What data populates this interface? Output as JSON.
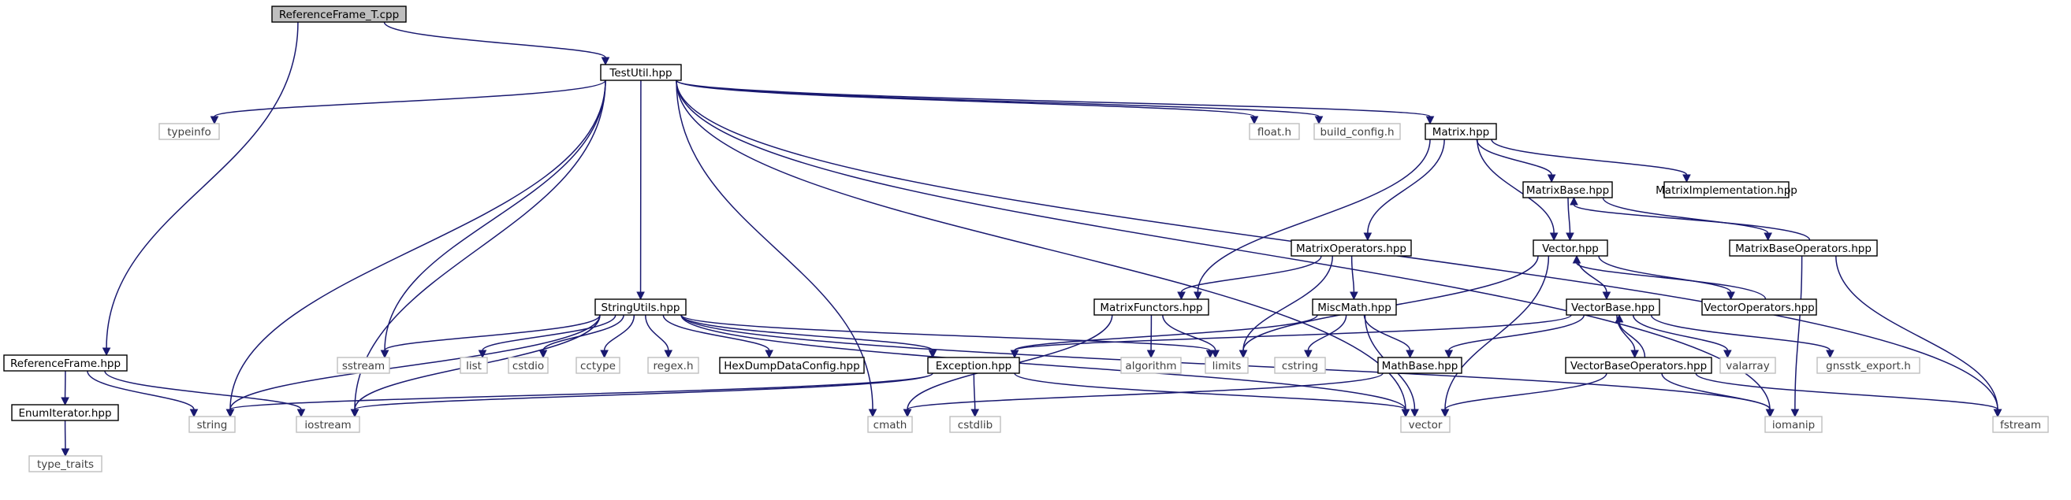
{
  "nodes": [
    {
      "id": "ref_t_cpp",
      "label": "ReferenceFrame_T.cpp",
      "kind": "root"
    },
    {
      "id": "testutil",
      "label": "TestUtil.hpp",
      "kind": "header"
    },
    {
      "id": "refframe",
      "label": "ReferenceFrame.hpp",
      "kind": "header"
    },
    {
      "id": "enumiter",
      "label": "EnumIterator.hpp",
      "kind": "header"
    },
    {
      "id": "type_traits",
      "label": "type_traits",
      "kind": "system"
    },
    {
      "id": "typeinfo",
      "label": "typeinfo",
      "kind": "system"
    },
    {
      "id": "float_h",
      "label": "float.h",
      "kind": "system"
    },
    {
      "id": "build_config",
      "label": "build_config.h",
      "kind": "system"
    },
    {
      "id": "matrix",
      "label": "Matrix.hpp",
      "kind": "header"
    },
    {
      "id": "matrixbase",
      "label": "MatrixBase.hpp",
      "kind": "header"
    },
    {
      "id": "matriximpl",
      "label": "MatrixImplementation.hpp",
      "kind": "header"
    },
    {
      "id": "matrixbaseops",
      "label": "MatrixBaseOperators.hpp",
      "kind": "header"
    },
    {
      "id": "vector_hpp",
      "label": "Vector.hpp",
      "kind": "header"
    },
    {
      "id": "vectorops",
      "label": "VectorOperators.hpp",
      "kind": "header"
    },
    {
      "id": "matrixops",
      "label": "MatrixOperators.hpp",
      "kind": "header"
    },
    {
      "id": "matrixfunctors",
      "label": "MatrixFunctors.hpp",
      "kind": "header"
    },
    {
      "id": "miscmath",
      "label": "MiscMath.hpp",
      "kind": "header"
    },
    {
      "id": "vectorbase",
      "label": "VectorBase.hpp",
      "kind": "header"
    },
    {
      "id": "stringutils",
      "label": "StringUtils.hpp",
      "kind": "header"
    },
    {
      "id": "sstream",
      "label": "sstream",
      "kind": "system"
    },
    {
      "id": "list",
      "label": "list",
      "kind": "system"
    },
    {
      "id": "cstdio",
      "label": "cstdio",
      "kind": "system"
    },
    {
      "id": "cctype",
      "label": "cctype",
      "kind": "system"
    },
    {
      "id": "regex",
      "label": "regex.h",
      "kind": "system"
    },
    {
      "id": "hexdump",
      "label": "HexDumpDataConfig.hpp",
      "kind": "header"
    },
    {
      "id": "exception",
      "label": "Exception.hpp",
      "kind": "header"
    },
    {
      "id": "algorithm",
      "label": "algorithm",
      "kind": "system"
    },
    {
      "id": "limits",
      "label": "limits",
      "kind": "system"
    },
    {
      "id": "cstring",
      "label": "cstring",
      "kind": "system"
    },
    {
      "id": "mathbase",
      "label": "MathBase.hpp",
      "kind": "header"
    },
    {
      "id": "vectorbaseops",
      "label": "VectorBaseOperators.hpp",
      "kind": "header"
    },
    {
      "id": "valarray",
      "label": "valarray",
      "kind": "system"
    },
    {
      "id": "gnsstk_export",
      "label": "gnsstk_export.h",
      "kind": "system"
    },
    {
      "id": "string",
      "label": "string",
      "kind": "system"
    },
    {
      "id": "iostream",
      "label": "iostream",
      "kind": "system"
    },
    {
      "id": "cmath",
      "label": "cmath",
      "kind": "system"
    },
    {
      "id": "cstdlib",
      "label": "cstdlib",
      "kind": "system"
    },
    {
      "id": "vector_std",
      "label": "vector",
      "kind": "system"
    },
    {
      "id": "iomanip",
      "label": "iomanip",
      "kind": "system"
    },
    {
      "id": "fstream",
      "label": "fstream",
      "kind": "system"
    }
  ],
  "edges": [
    [
      "ref_t_cpp",
      "testutil"
    ],
    [
      "ref_t_cpp",
      "refframe"
    ],
    [
      "testutil",
      "typeinfo"
    ],
    [
      "testutil",
      "float_h"
    ],
    [
      "testutil",
      "build_config"
    ],
    [
      "testutil",
      "matrix"
    ],
    [
      "testutil",
      "stringutils"
    ],
    [
      "testutil",
      "sstream"
    ],
    [
      "testutil",
      "string"
    ],
    [
      "testutil",
      "iostream"
    ],
    [
      "testutil",
      "cmath"
    ],
    [
      "testutil",
      "vector_std"
    ],
    [
      "testutil",
      "iomanip"
    ],
    [
      "testutil",
      "fstream"
    ],
    [
      "refframe",
      "enumiter"
    ],
    [
      "refframe",
      "string"
    ],
    [
      "refframe",
      "iostream"
    ],
    [
      "enumiter",
      "type_traits"
    ],
    [
      "matrix",
      "matrixbase"
    ],
    [
      "matrix",
      "matriximpl"
    ],
    [
      "matrix",
      "vector_hpp"
    ],
    [
      "matrix",
      "matrixops"
    ],
    [
      "matrix",
      "matrixfunctors"
    ],
    [
      "matrixbase",
      "vector_hpp"
    ],
    [
      "matrixbase",
      "matrixbaseops"
    ],
    [
      "matrixbaseops",
      "matrixbase"
    ],
    [
      "matrixbaseops",
      "iomanip"
    ],
    [
      "matrixbaseops",
      "fstream"
    ],
    [
      "vector_hpp",
      "vectorbase"
    ],
    [
      "vector_hpp",
      "vectorops"
    ],
    [
      "vectorops",
      "vector_hpp"
    ],
    [
      "vector_hpp",
      "limits"
    ],
    [
      "vector_hpp",
      "vector_std"
    ],
    [
      "matrixops",
      "matrixfunctors"
    ],
    [
      "matrixops",
      "miscmath"
    ],
    [
      "matrixops",
      "limits"
    ],
    [
      "matrixfunctors",
      "algorithm"
    ],
    [
      "matrixfunctors",
      "limits"
    ],
    [
      "matrixfunctors",
      "cmath"
    ],
    [
      "miscmath",
      "exception"
    ],
    [
      "miscmath",
      "cstring"
    ],
    [
      "miscmath",
      "mathbase"
    ],
    [
      "miscmath",
      "vector_std"
    ],
    [
      "vectorbase",
      "exception"
    ],
    [
      "vectorbase",
      "mathbase"
    ],
    [
      "vectorbase",
      "vectorbaseops"
    ],
    [
      "vectorbaseops",
      "vectorbase"
    ],
    [
      "vectorbase",
      "valarray"
    ],
    [
      "vectorbase",
      "gnsstk_export"
    ],
    [
      "vectorbaseops",
      "vector_std"
    ],
    [
      "vectorbaseops",
      "iomanip"
    ],
    [
      "vectorbaseops",
      "fstream"
    ],
    [
      "mathbase",
      "cmath"
    ],
    [
      "stringutils",
      "sstream"
    ],
    [
      "stringutils",
      "list"
    ],
    [
      "stringutils",
      "cstdio"
    ],
    [
      "stringutils",
      "cctype"
    ],
    [
      "stringutils",
      "regex"
    ],
    [
      "stringutils",
      "hexdump"
    ],
    [
      "stringutils",
      "exception"
    ],
    [
      "stringutils",
      "string"
    ],
    [
      "stringutils",
      "iostream"
    ],
    [
      "stringutils",
      "limits"
    ],
    [
      "stringutils",
      "vector_std"
    ],
    [
      "stringutils",
      "iomanip"
    ],
    [
      "exception",
      "string"
    ],
    [
      "exception",
      "iostream"
    ],
    [
      "exception",
      "cstdlib"
    ],
    [
      "exception",
      "vector_std"
    ]
  ],
  "colors": {
    "edge": "#191970",
    "root_fill": "#bfbfbf",
    "header_border": "#000000",
    "system_border": "#bfbfbf",
    "system_text": "#404040"
  }
}
